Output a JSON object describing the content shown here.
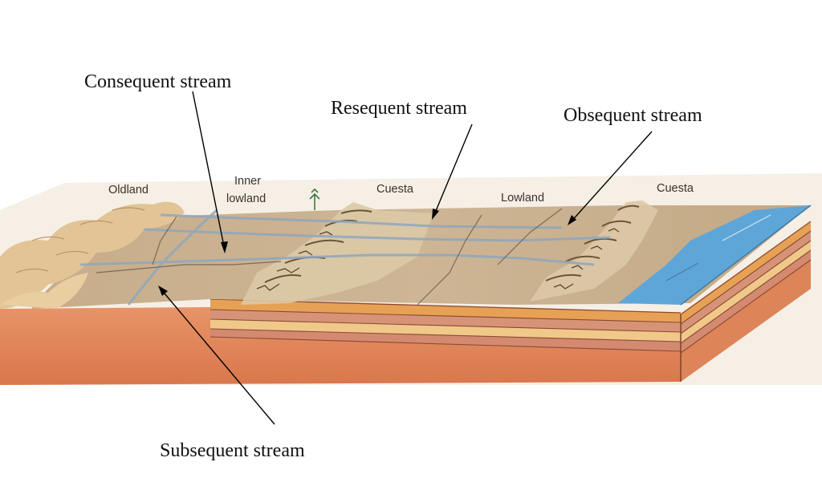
{
  "figure": {
    "callouts": {
      "consequent": "Consequent stream",
      "resequent": "Resequent stream",
      "obsequent": "Obsequent stream",
      "subsequent": "Subsequent stream"
    },
    "regions": {
      "oldland": "Oldland",
      "inner_lowland_line1": "Inner",
      "inner_lowland_line2": "lowland",
      "cuesta_1": "Cuesta",
      "lowland": "Lowland",
      "cuesta_2": "Cuesta"
    }
  },
  "colors": {
    "surface": "#c9b08f",
    "escarpment": "#d9c8a8",
    "oldland": "#e2c496",
    "stream": "#8fa7bd",
    "sea": "#5fa6d8",
    "front_face": "#df8a5e",
    "layer_orange": "#e7a155",
    "layer_cream": "#efc88a",
    "layer_pink": "#d79377",
    "pointer_line": "#000000"
  }
}
